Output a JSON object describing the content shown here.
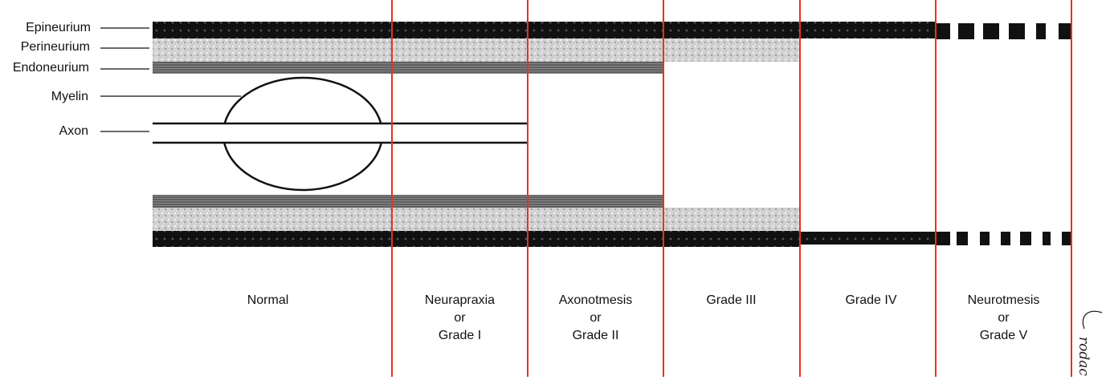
{
  "layer_labels": {
    "epineurium": "Epineurium",
    "perineurium": "Perineurium",
    "endoneurium": "Endoneurium",
    "myelin": "Myelin",
    "axon": "Axon"
  },
  "grades": [
    {
      "lines": [
        "Normal"
      ]
    },
    {
      "lines": [
        "Neurapraxia",
        "or",
        "Grade I"
      ]
    },
    {
      "lines": [
        "Axonotmesis",
        "or",
        "Grade II"
      ]
    },
    {
      "lines": [
        "Grade III"
      ]
    },
    {
      "lines": [
        "Grade IV"
      ]
    },
    {
      "lines": [
        "Neurotmesis",
        "or",
        "Grade V"
      ]
    }
  ],
  "signature": "Crodac",
  "colors": {
    "divider": "#e8321e",
    "epineurium": "#111111",
    "perineurium": "#c8c8c8",
    "endoneurium": "#6a6a6a"
  }
}
